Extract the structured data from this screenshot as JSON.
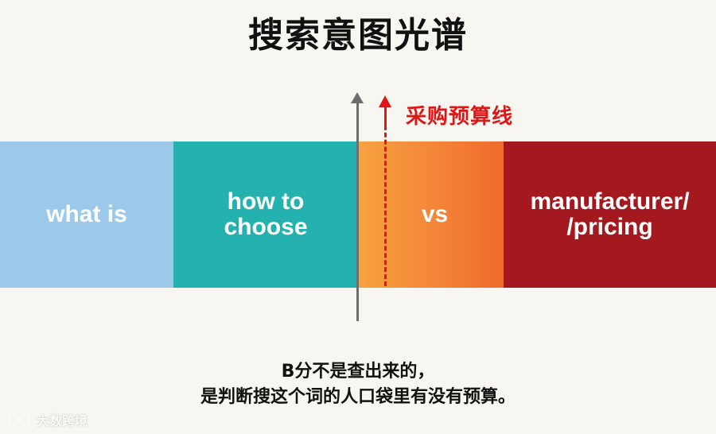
{
  "title": "搜索意图光谱",
  "segments": [
    {
      "label": "what is",
      "color": "#9cc9ea"
    },
    {
      "label": "how to\nchoose",
      "color": "#25b2ae"
    },
    {
      "label": "vs",
      "color": "#f48a3a"
    },
    {
      "label": "manufacturer/\n/pricing",
      "color": "#a3191f"
    }
  ],
  "budget_line": {
    "label": "采购预算线",
    "color": "#e01616"
  },
  "caption": {
    "line1": "B分不是查出来的，",
    "line2": "是判断搜这个词的人口袋里有没有预算。"
  },
  "watermark": {
    "text": "大数跨境"
  }
}
